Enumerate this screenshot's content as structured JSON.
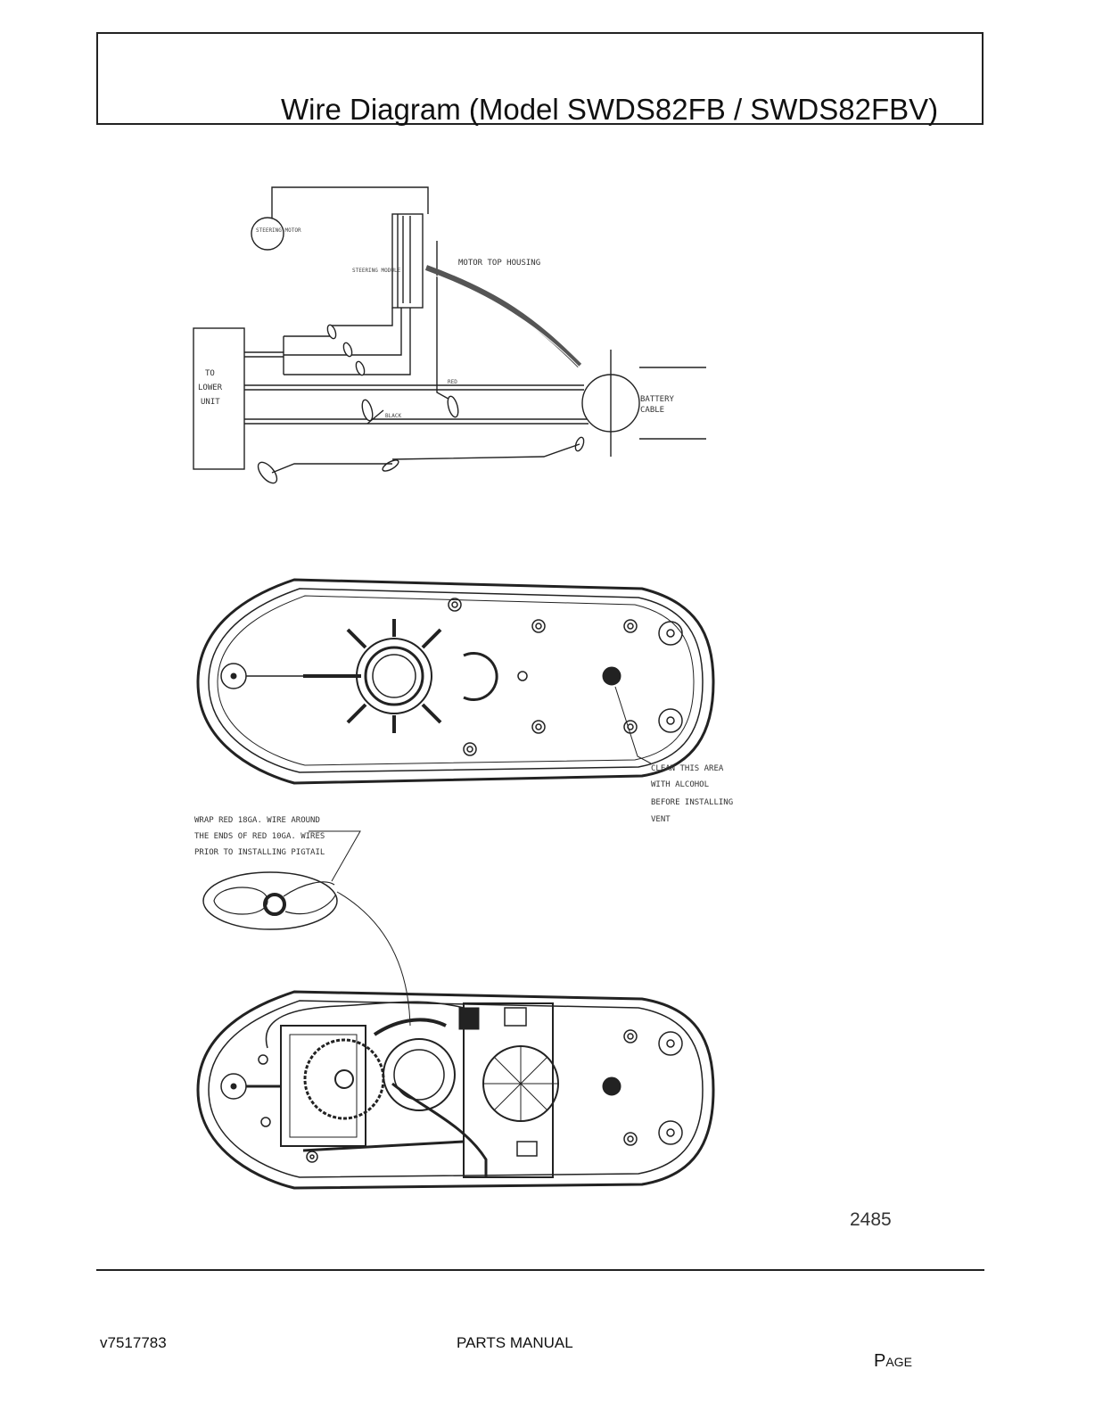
{
  "header": {
    "title": "Wire Diagram (Model SWDS82FB / SWDS82FBV)"
  },
  "wiring": {
    "steering_motor": "STEERING MOTOR",
    "steering_module": "STEERING MODULE",
    "motor_top_housing": "MOTOR TOP HOUSING",
    "lower_unit": [
      "TO",
      "LOWER",
      "UNIT"
    ],
    "battery_cable": [
      "BATTERY",
      "CABLE"
    ],
    "wire_red": "RED",
    "wire_black": "BLACK"
  },
  "notes": {
    "clean_area": [
      "CLEAN THIS AREA",
      "WITH ALCOHOL",
      "BEFORE INSTALLING",
      "VENT"
    ],
    "wrap_wire": [
      "WRAP RED 18GA. WIRE AROUND",
      "THE ENDS OF RED 10GA. WIRES",
      "PRIOR TO INSTALLING PIGTAIL"
    ]
  },
  "figure_number": "2485",
  "footer": {
    "doc_id": "v7517783",
    "manual": "PARTS MANUAL",
    "page": "Page"
  }
}
